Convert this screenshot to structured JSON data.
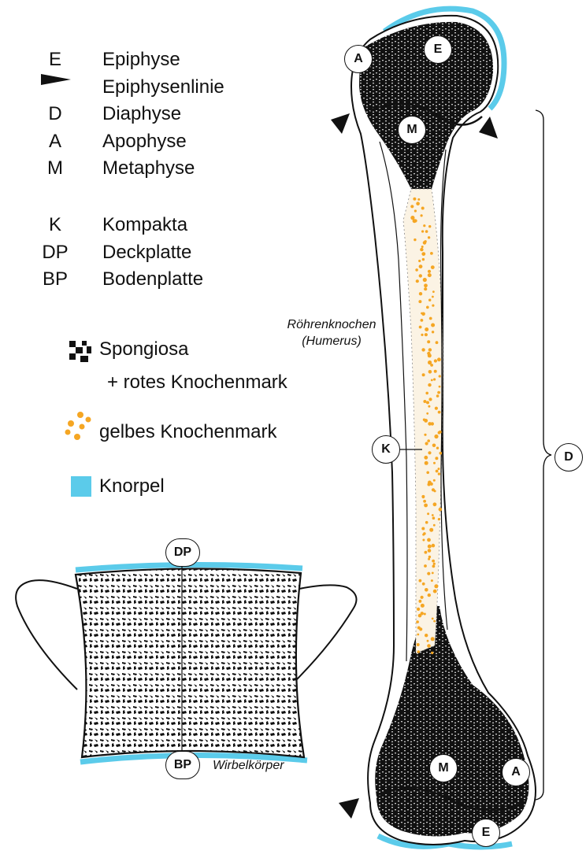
{
  "legend_group1": [
    {
      "abbr": "E",
      "term": "Epiphyse"
    },
    {
      "abbr": "",
      "term": "Epiphysenlinie",
      "symbol": "black-triangle"
    },
    {
      "abbr": "D",
      "term": "Diaphyse"
    },
    {
      "abbr": "A",
      "term": "Apophyse"
    },
    {
      "abbr": "M",
      "term": "Metaphyse"
    }
  ],
  "legend_group2": [
    {
      "abbr": "K",
      "term": "Kompakta"
    },
    {
      "abbr": "DP",
      "term": "Deckplatte"
    },
    {
      "abbr": "BP",
      "term": "Bodenplatte"
    }
  ],
  "swatches": {
    "spongiosa_line1": "Spongiosa",
    "spongiosa_line2": "+ rotes Knochenmark",
    "yellow_marrow": "gelbes Knochenmark",
    "cartilage": "Knorpel"
  },
  "captions": {
    "humerus_line1": "Röhrenknochen",
    "humerus_line2": "(Humerus)",
    "vertebra": "Wirbelkörper"
  },
  "callouts": {
    "A_top": "A",
    "E_top": "E",
    "M_top": "M",
    "K": "K",
    "D": "D",
    "M_bottom": "M",
    "A_bottom": "A",
    "E_bottom": "E",
    "DP": "DP",
    "BP": "BP"
  },
  "colors": {
    "cartilage": "#5bcbea",
    "yellow_marrow": "#f5a623",
    "ink": "#111111"
  }
}
